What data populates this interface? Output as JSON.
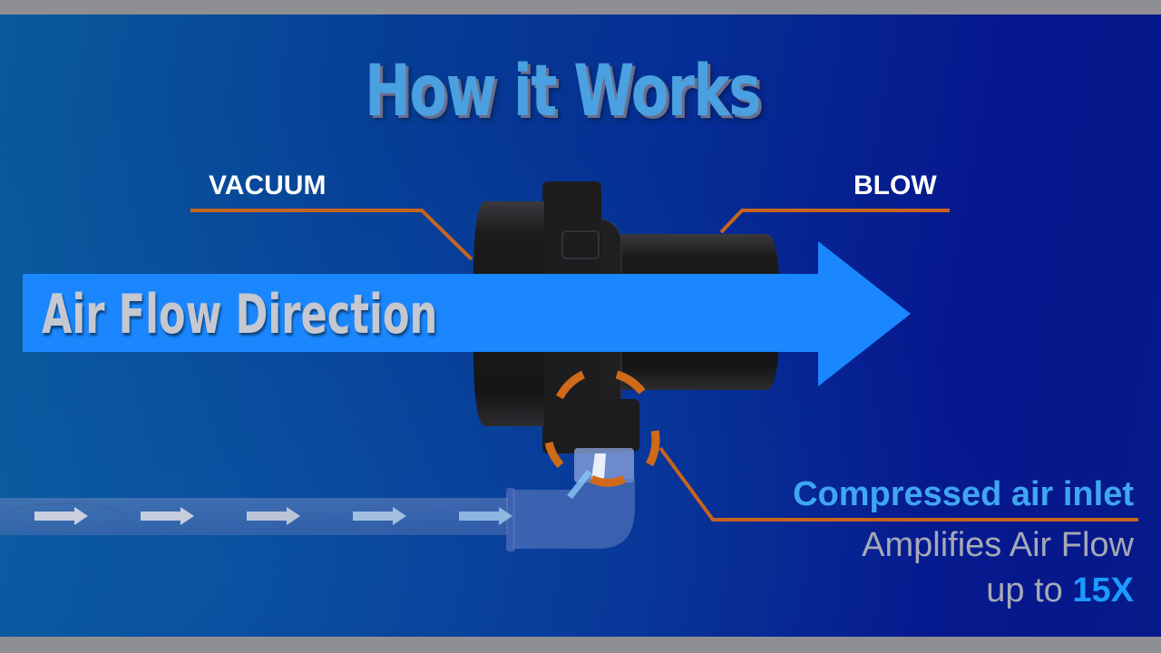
{
  "slide": {
    "title": "How it Works",
    "labels": {
      "vacuum": "VACUUM",
      "blow": "BLOW"
    },
    "arrow": {
      "label": "Air Flow Direction",
      "color": "#1a87ff"
    },
    "callout": {
      "title": "Compressed air inlet",
      "line1": "Amplifies Air Flow",
      "line2_prefix": "up to ",
      "line2_highlight": "15X"
    },
    "colors": {
      "background_left": "#0a5a9c",
      "background_right": "#061a8a",
      "leader_line": "#c8641e",
      "title": "#4aa0e0",
      "device_body": "#1c1c1e",
      "frame": "#8e8e93"
    },
    "inlet_arrows_count": 5
  }
}
